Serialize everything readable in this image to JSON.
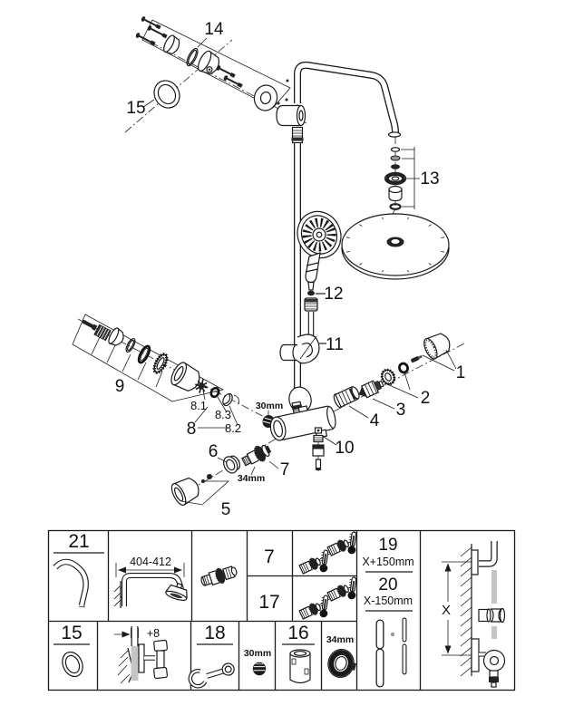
{
  "main_view": {
    "part_labels": {
      "p1": "1",
      "p2": "2",
      "p3": "3",
      "p4": "4",
      "p5": "5",
      "p6": "6",
      "p7": "7",
      "p8": "8",
      "p9": "9",
      "p10": "10",
      "p11": "11",
      "p12": "12",
      "p13": "13",
      "p14": "14",
      "p15": "15"
    },
    "sub_part_labels": {
      "p8_1": "8.1",
      "p8_2": "8.2",
      "p8_3": "8.3"
    },
    "wrench_sizes": {
      "mm30": "30mm",
      "mm34": "34mm"
    }
  },
  "spec_table": {
    "cells": {
      "c21": {
        "label": "21",
        "icon": "curved-shower-arm-icon"
      },
      "c_arm": {
        "dimension": "404-412",
        "icon": "wall-mounted-shower-arm-icon"
      },
      "c_coupler": {
        "icon": "coupling-adapter-icon"
      },
      "c7": {
        "label": "7",
        "icon": "thermostatic-cartridge-icon"
      },
      "c17": {
        "label": "17",
        "icon": "thermostatic-cartridge-icon"
      },
      "c19_20": {
        "label_19": "19",
        "dimension_19": "X+150mm",
        "label_20": "20",
        "dimension_20": "X-150mm",
        "icon": "extension-pipe-icon"
      },
      "cX": {
        "dimension": "X",
        "icon": "wall-installation-height-icon"
      },
      "c15": {
        "label": "15",
        "icon": "oval-seal-ring-icon"
      },
      "c_plus8": {
        "dimension": "+8",
        "icon": "wall-projection-icon"
      },
      "c18": {
        "label": "18",
        "icon": "open-end-wrench-icon"
      },
      "c30": {
        "label": "30mm",
        "icon": "hex-nut-icon"
      },
      "c16": {
        "label": "16",
        "icon": "sleeve-cartridge-icon"
      },
      "c34": {
        "label": "34mm",
        "icon": "ring-nut-icon"
      }
    }
  },
  "colors": {
    "line": "#1a1a1a",
    "background": "#ffffff",
    "muted_pipe": "#c5c5c5"
  }
}
